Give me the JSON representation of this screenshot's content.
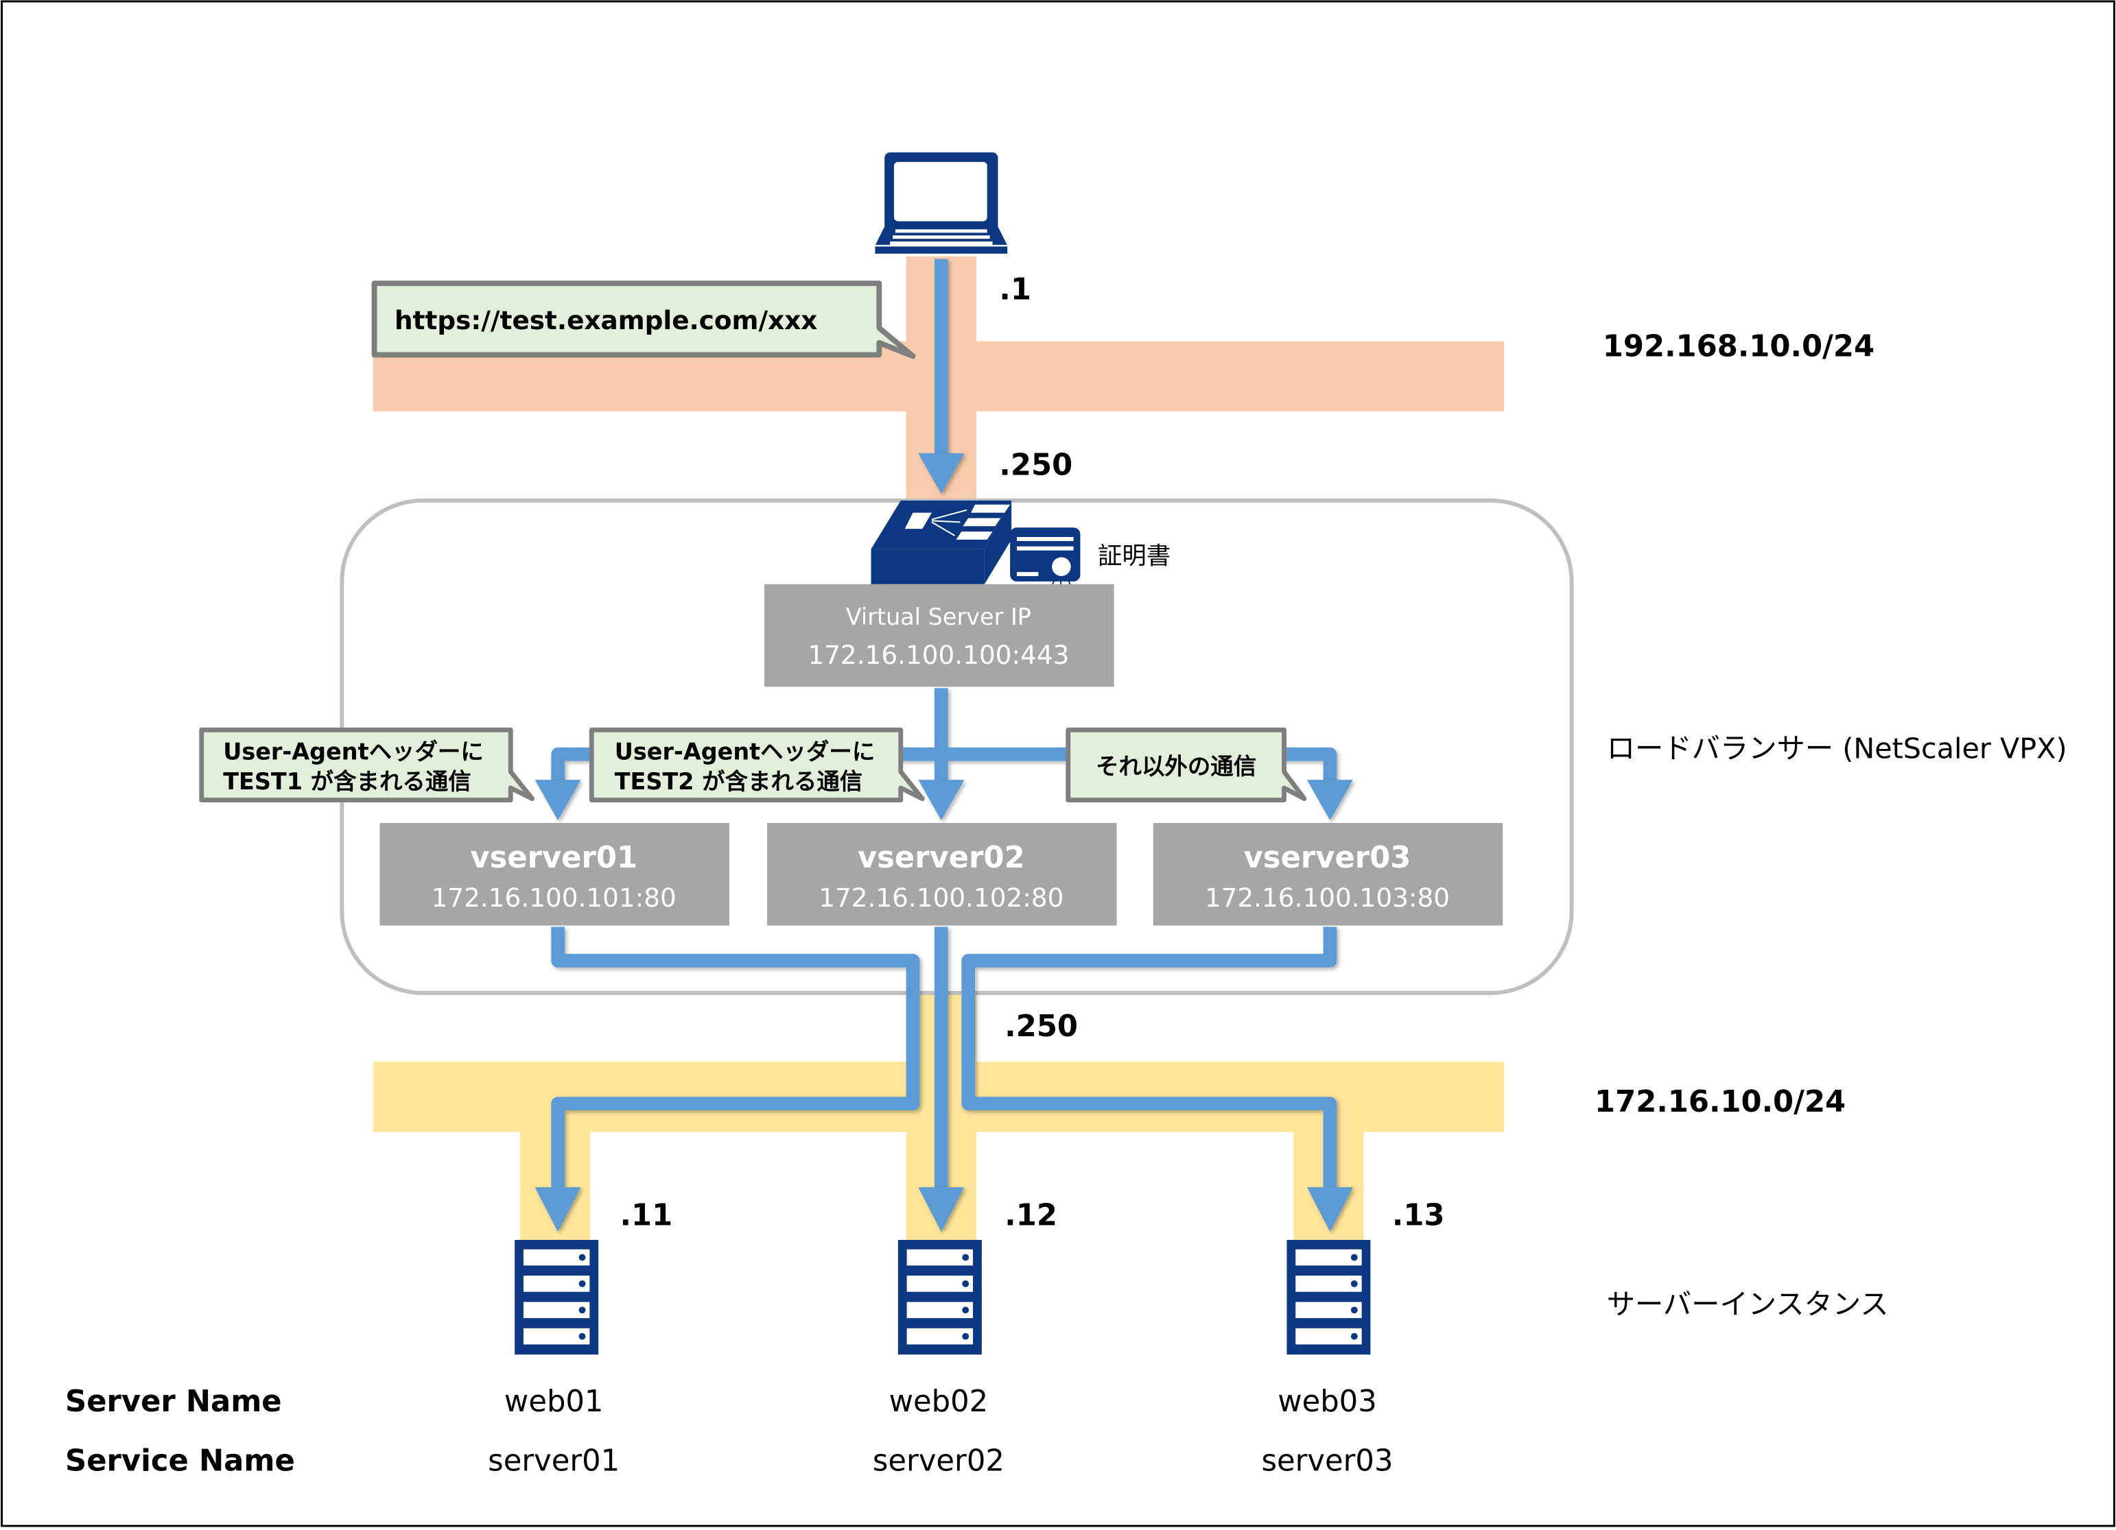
{
  "colors": {
    "icon_navy": "#0b3880",
    "flow_blue": "#5b9bd5",
    "client_network": "#f7cbac",
    "server_network": "#fee599",
    "box_gray": "#a6a6a6",
    "callout_fill": "#e2efda",
    "callout_border": "#7f7f7f",
    "lb_border": "#bfbfbf"
  },
  "client": {
    "icon": "laptop-icon",
    "host_suffix": ".1",
    "request_url": "https://test.example.com/xxx"
  },
  "client_network": {
    "cidr": "192.168.10.0/24"
  },
  "load_balancer": {
    "label": "ロードバランサー (NetScaler VPX)",
    "icon": "load-balancer-icon",
    "frontend_host_suffix": ".250",
    "backend_host_suffix": ".250",
    "certificate_icon": "certificate-icon",
    "certificate_label": "証明書",
    "virtual_server": {
      "label": "Virtual Server IP",
      "ip": "172.16.100.100:443"
    },
    "rules": [
      {
        "line1": "User-Agentヘッダーに",
        "line2": "TEST1 が含まれる通信"
      },
      {
        "line1": "User-Agentヘッダーに",
        "line2": "TEST2 が含まれる通信"
      },
      {
        "line1": "それ以外の通信",
        "line2": ""
      }
    ],
    "vservers": [
      {
        "name": "vserver01",
        "ip": "172.16.100.101:80"
      },
      {
        "name": "vserver02",
        "ip": "172.16.100.102:80"
      },
      {
        "name": "vserver03",
        "ip": "172.16.100.103:80"
      }
    ]
  },
  "server_network": {
    "cidr": "172.16.10.0/24"
  },
  "server_instances": {
    "label": "サーバーインスタンス",
    "icon": "server-rack-icon",
    "row_labels": {
      "server_name": "Server Name",
      "service_name": "Service Name"
    },
    "servers": [
      {
        "host_suffix": ".11",
        "server_name": "web01",
        "service_name": "server01"
      },
      {
        "host_suffix": ".12",
        "server_name": "web02",
        "service_name": "server02"
      },
      {
        "host_suffix": ".13",
        "server_name": "web03",
        "service_name": "server03"
      }
    ]
  }
}
